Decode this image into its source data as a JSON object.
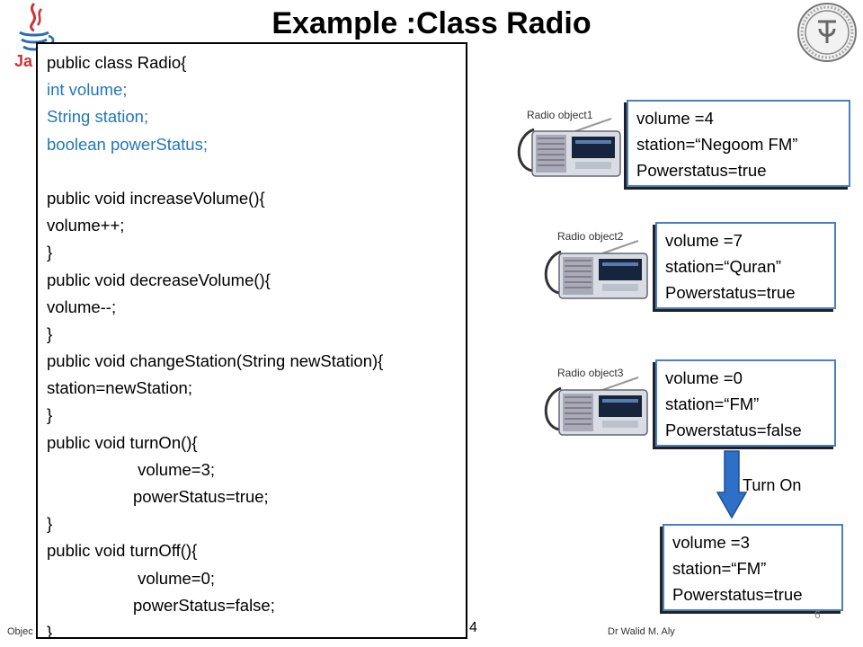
{
  "slide": {
    "title": "Example :Class Radio",
    "page_number": "6"
  },
  "code": {
    "lines": [
      {
        "text": "public class Radio{",
        "style": "plain"
      },
      {
        "text": "int volume;",
        "style": "field"
      },
      {
        "text": "String station;",
        "style": "field"
      },
      {
        "text": "boolean powerStatus;",
        "style": "field"
      },
      {
        "text": "",
        "style": "plain"
      },
      {
        "text": "public void increaseVolume(){",
        "style": "plain"
      },
      {
        "text": "volume++;",
        "style": "plain"
      },
      {
        "text": "}",
        "style": "plain"
      },
      {
        "text": "public void decreaseVolume(){",
        "style": "plain"
      },
      {
        "text": "volume--;",
        "style": "plain"
      },
      {
        "text": "}",
        "style": "plain"
      },
      {
        "text": "public void changeStation(String newStation){",
        "style": "plain"
      },
      {
        "text": "station=newStation;",
        "style": "plain"
      },
      {
        "text": "}",
        "style": "plain"
      },
      {
        "text": "public void turnOn(){",
        "style": "plain"
      },
      {
        "text": " volume=3;",
        "style": "indent"
      },
      {
        "text": "powerStatus=true;",
        "style": "indent"
      },
      {
        "text": "}",
        "style": "plain"
      },
      {
        "text": "public void turnOff(){",
        "style": "plain"
      },
      {
        "text": " volume=0;",
        "style": "indent"
      },
      {
        "text": "powerStatus=false;",
        "style": "indent"
      },
      {
        "text": "}",
        "style": "plain"
      },
      {
        "text": "}",
        "style": "plain"
      }
    ]
  },
  "objects": [
    {
      "label": "Radio object1",
      "state": [
        "volume =4",
        "station=“Negoom FM”",
        "Powerstatus=true"
      ]
    },
    {
      "label": "Radio object2",
      "state": [
        "volume =7",
        "station=“Quran”",
        "Powerstatus=true"
      ]
    },
    {
      "label": "Radio object3",
      "state": [
        "volume =0",
        "station=“FM”",
        "Powerstatus=false"
      ]
    }
  ],
  "transition": {
    "label": "Turn On",
    "result_state": [
      "volume =3",
      "station=“FM”",
      "Powerstatus=true"
    ]
  },
  "footer": {
    "left": "Objec",
    "middle": "4",
    "right": "Dr Walid M. Aly"
  },
  "colors": {
    "field_text": "#2277b6",
    "box_border": "#4a7fc1",
    "arrow": "#2e6fc7"
  }
}
